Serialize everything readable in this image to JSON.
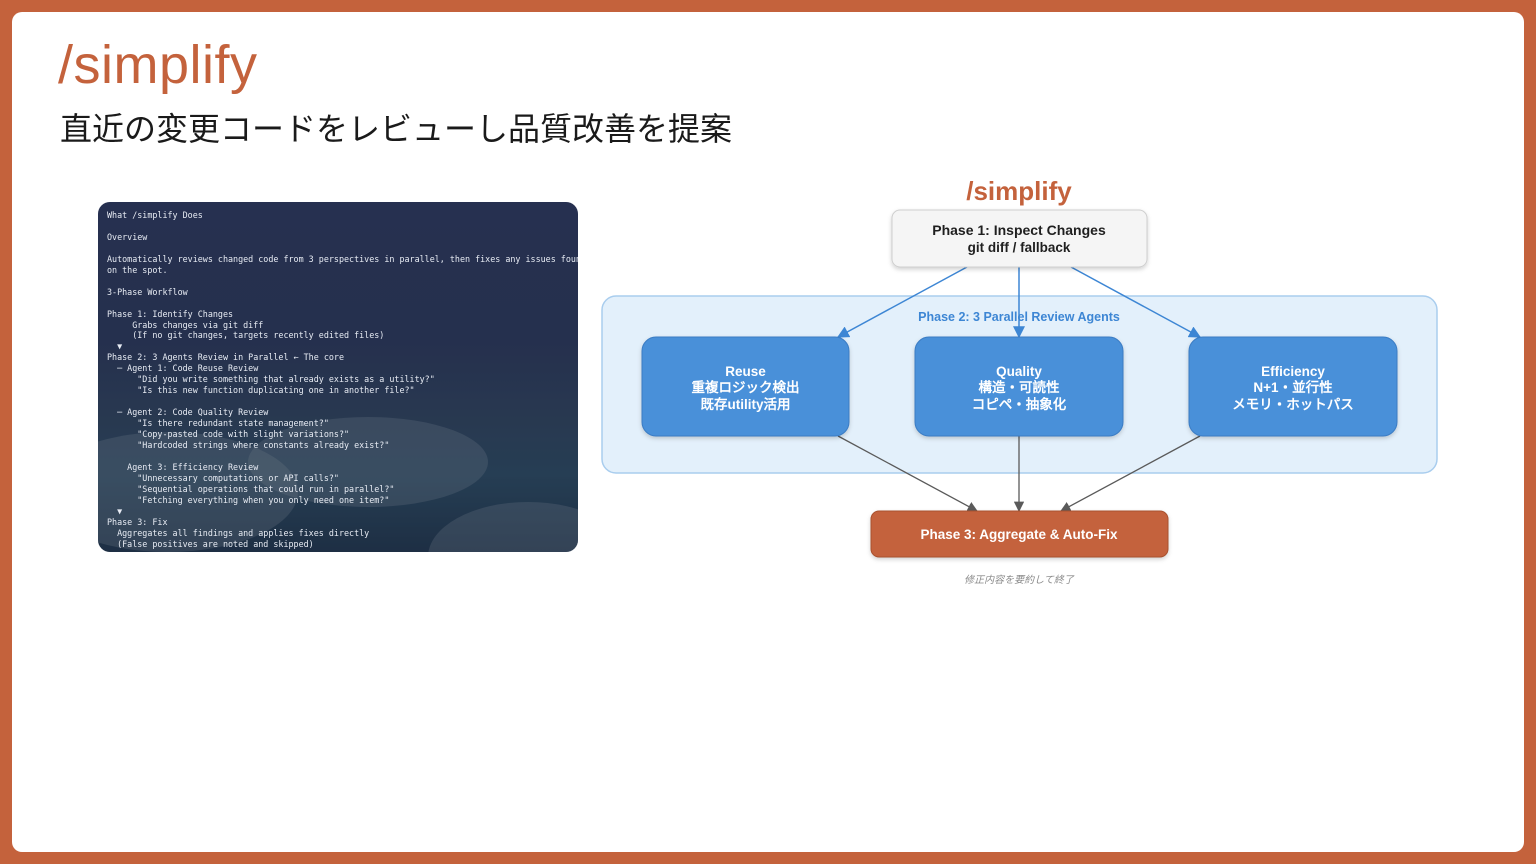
{
  "slide": {
    "title": "/simplify",
    "subtitle": "直近の変更コードをレビューし品質改善を提案"
  },
  "terminal": {
    "lines": [
      "What /simplify Does",
      "",
      "Overview",
      "",
      "Automatically reviews changed code from 3 perspectives in parallel, then fixes any issues found",
      "on the spot.",
      "",
      "3-Phase Workflow",
      "",
      "Phase 1: Identify Changes",
      "     Grabs changes via git diff",
      "     (If no git changes, targets recently edited files)",
      "  ▼",
      "Phase 2: 3 Agents Review in Parallel ← The core",
      "  ─ Agent 1: Code Reuse Review",
      "      \"Did you write something that already exists as a utility?\"",
      "      \"Is this new function duplicating one in another file?\"",
      "",
      "  ─ Agent 2: Code Quality Review",
      "      \"Is there redundant state management?\"",
      "      \"Copy-pasted code with slight variations?\"",
      "      \"Hardcoded strings where constants already exist?\"",
      "",
      "    Agent 3: Efficiency Review",
      "      \"Unnecessary computations or API calls?\"",
      "      \"Sequential operations that could run in parallel?\"",
      "      \"Fetching everything when you only need one item?\"",
      "  ▼",
      "Phase 3: Fix",
      "  Aggregates all findings and applies fixes directly",
      "  (False positives are noted and skipped)"
    ]
  },
  "diagram": {
    "title": "/simplify",
    "phase1": {
      "line1": "Phase 1: Inspect Changes",
      "line2": "git diff / fallback"
    },
    "phase2_label": "Phase 2: 3 Parallel Review Agents",
    "agents": [
      {
        "name": "Reuse",
        "line1": "重複ロジック検出",
        "line2": "既存utility活用"
      },
      {
        "name": "Quality",
        "line1": "構造・可読性",
        "line2": "コピペ・抽象化"
      },
      {
        "name": "Efficiency",
        "line1": "N+1・並行性",
        "line2": "メモリ・ホットパス"
      }
    ],
    "phase3": "Phase 3: Aggregate & Auto-Fix",
    "footer": "修正内容を要約して終了",
    "colors": {
      "accent": "#c4623c",
      "agent_box": "#4a90d9",
      "group_bg": "#e3f0fb",
      "group_border": "#a9cdee",
      "arrow_blue": "#3d86d4",
      "arrow_gray": "#5a5a5a"
    }
  }
}
